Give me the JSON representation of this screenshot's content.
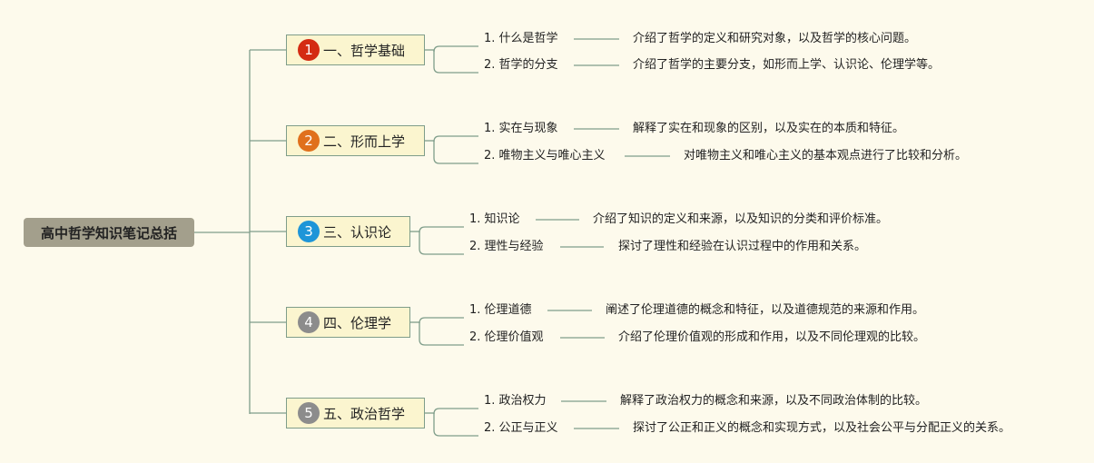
{
  "root": {
    "label": "高中哲学知识笔记总括"
  },
  "branches": [
    {
      "number": "1",
      "badge_color": "#d42b12",
      "label": "一、哲学基础",
      "items": [
        {
          "label": "1. 什么是哲学",
          "desc": "介绍了哲学的定义和研究对象，以及哲学的核心问题。"
        },
        {
          "label": "2. 哲学的分支",
          "desc": "介绍了哲学的主要分支，如形而上学、认识论、伦理学等。"
        }
      ]
    },
    {
      "number": "2",
      "badge_color": "#e0701c",
      "label": "二、形而上学",
      "items": [
        {
          "label": "1. 实在与现象",
          "desc": "解释了实在和现象的区别，以及实在的本质和特征。"
        },
        {
          "label": "2. 唯物主义与唯心主义",
          "desc": "对唯物主义和唯心主义的基本观点进行了比较和分析。"
        }
      ]
    },
    {
      "number": "3",
      "badge_color": "#1e95d8",
      "label": "三、认识论",
      "items": [
        {
          "label": "1. 知识论",
          "desc": "介绍了知识的定义和来源，以及知识的分类和评价标准。"
        },
        {
          "label": "2. 理性与经验",
          "desc": "探讨了理性和经验在认识过程中的作用和关系。"
        }
      ]
    },
    {
      "number": "4",
      "badge_color": "#8c8c8c",
      "label": "四、伦理学",
      "items": [
        {
          "label": "1. 伦理道德",
          "desc": "阐述了伦理道德的概念和特征，以及道德规范的来源和作用。"
        },
        {
          "label": "2. 伦理价值观",
          "desc": "介绍了伦理价值观的形成和作用，以及不同伦理观的比较。"
        }
      ]
    },
    {
      "number": "5",
      "badge_color": "#8c8c8c",
      "label": "五、政治哲学",
      "items": [
        {
          "label": "1. 政治权力",
          "desc": "解释了政治权力的概念和来源，以及不同政治体制的比较。"
        },
        {
          "label": "2. 公正与正义",
          "desc": "探讨了公正和正义的概念和实现方式，以及社会公平与分配正义的关系。"
        }
      ]
    }
  ]
}
